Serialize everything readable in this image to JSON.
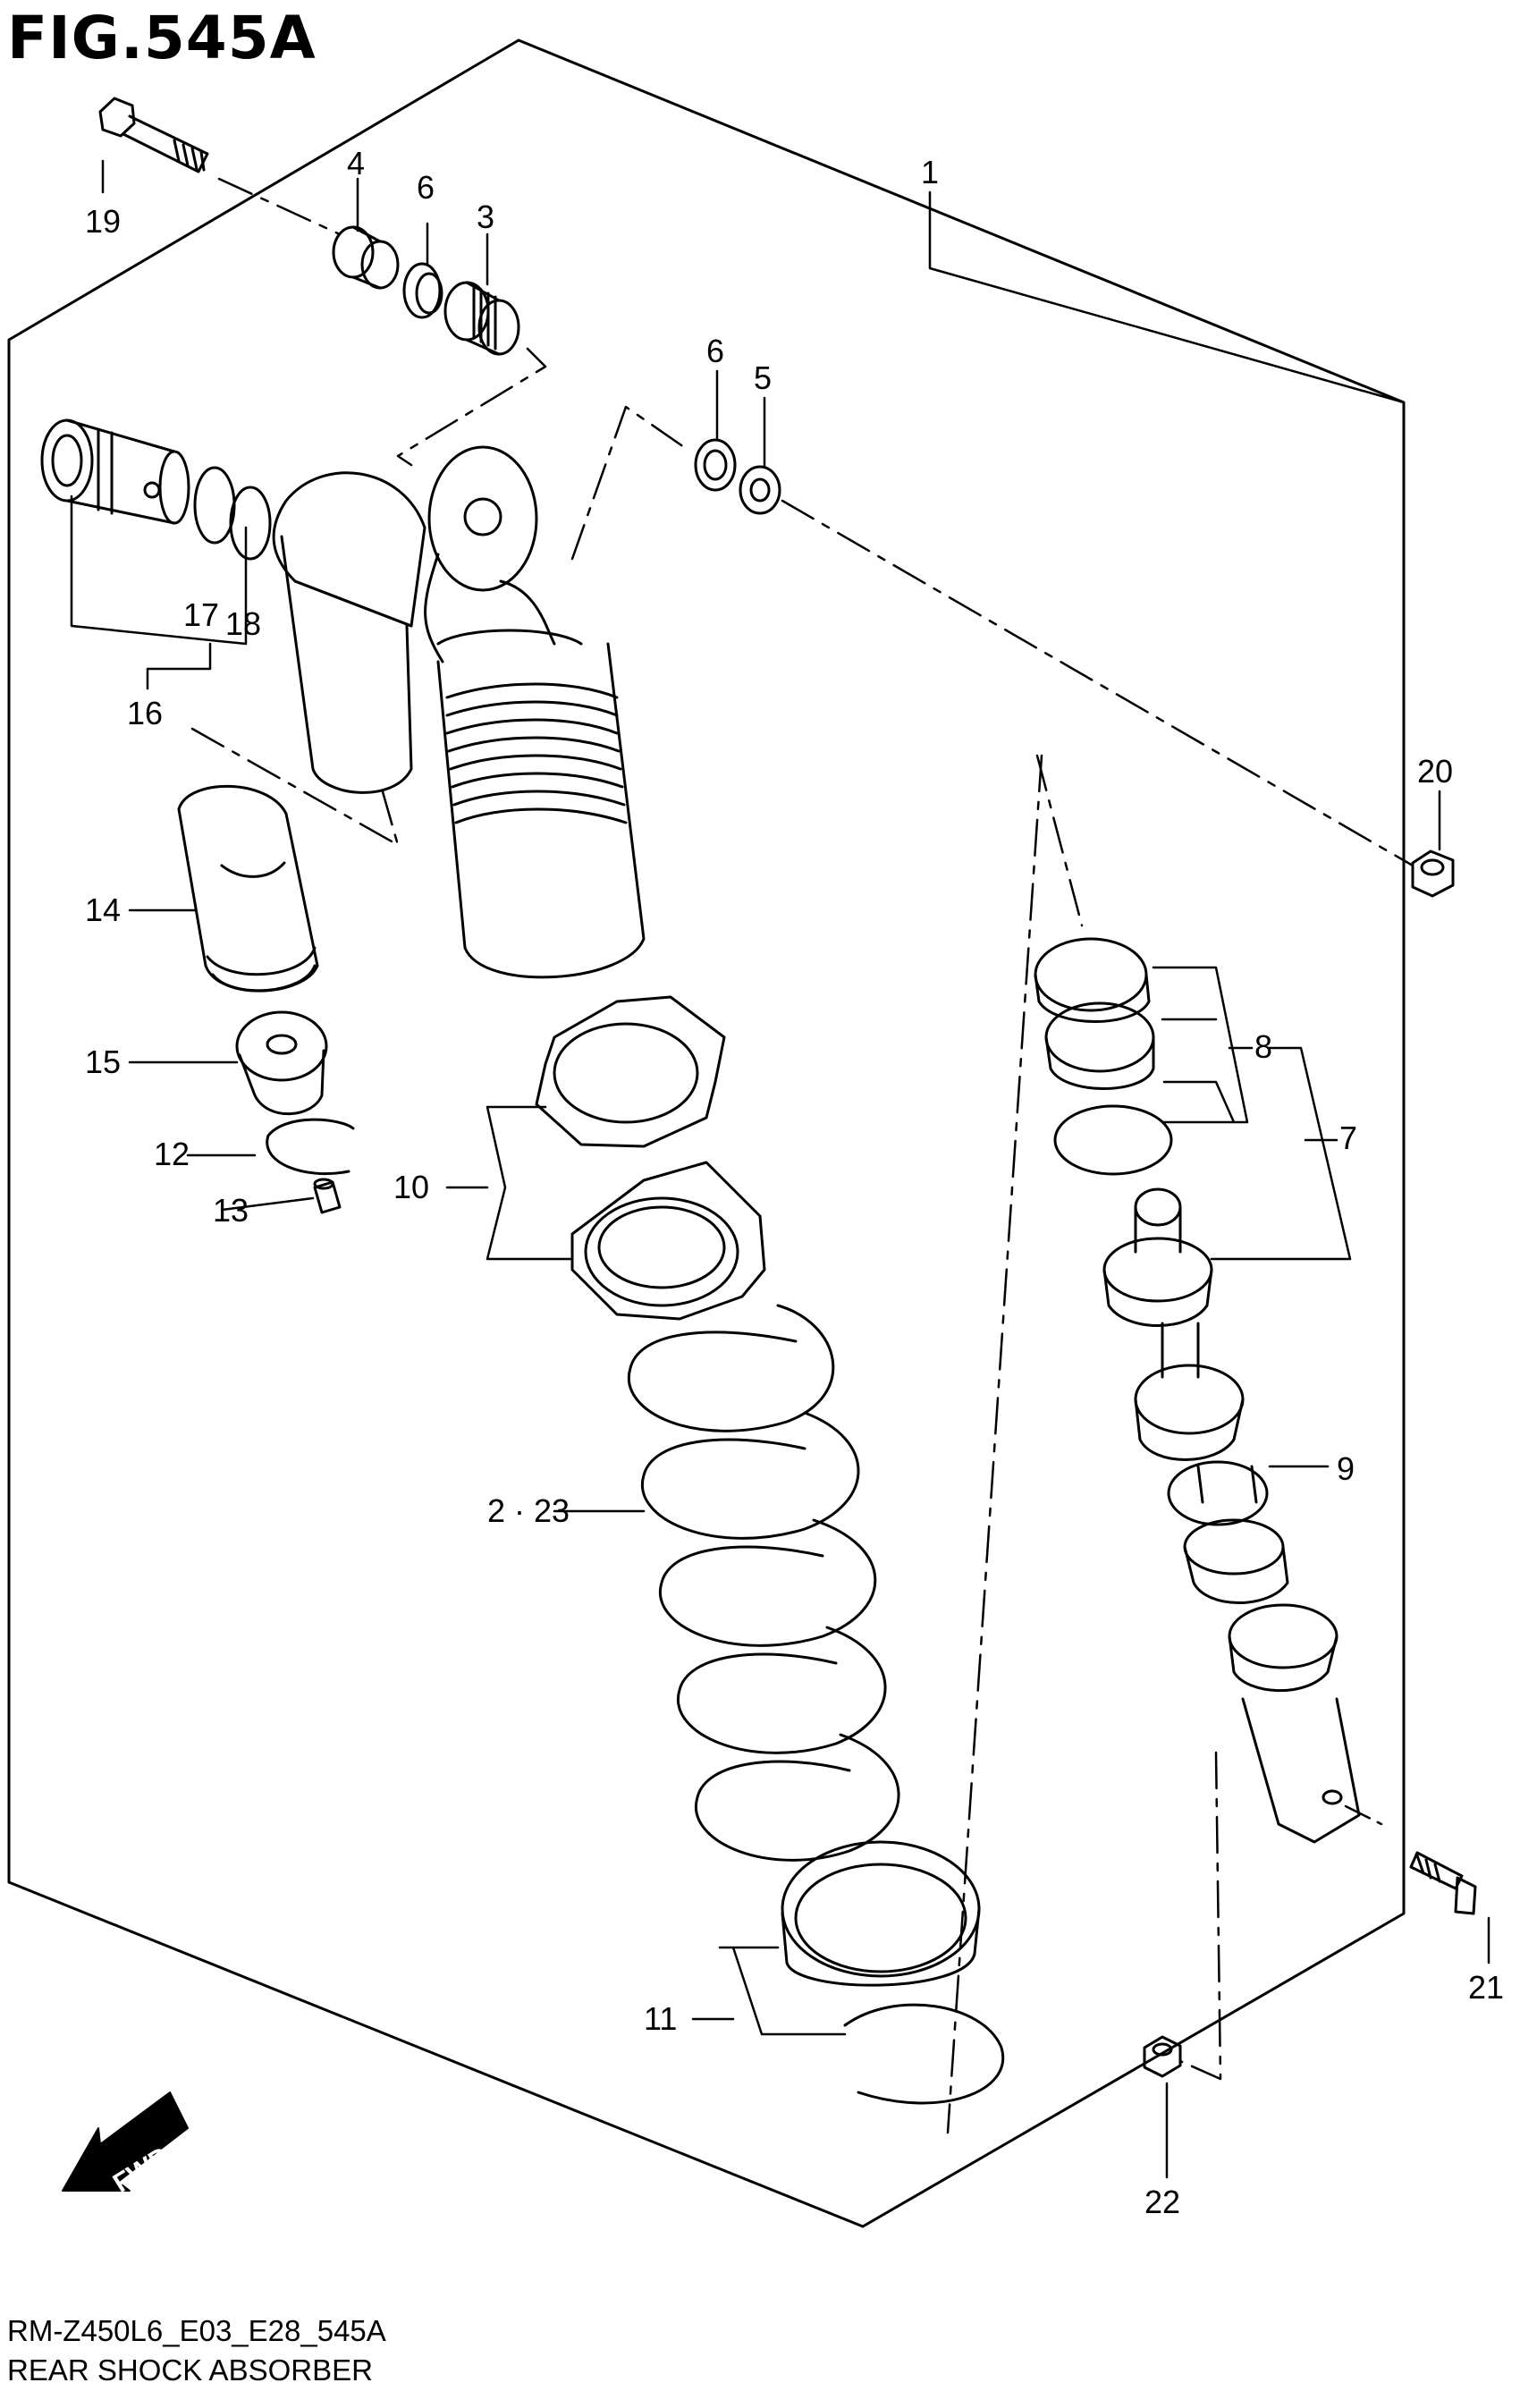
{
  "figure": {
    "title": "FIG.545A",
    "model_code": "RM-Z450L6_E03_E28_545A",
    "part_name": "REAR SHOCK ABSORBER"
  },
  "direction_badge": {
    "label": "FWD",
    "icon": "fwd-arrow-icon"
  },
  "callouts": {
    "c1": "1",
    "c2_23": "2 · 23",
    "c3": "3",
    "c4": "4",
    "c5": "5",
    "c6a": "6",
    "c6b": "6",
    "c7": "7",
    "c8": "8",
    "c9": "9",
    "c10": "10",
    "c11": "11",
    "c12": "12",
    "c13": "13",
    "c14": "14",
    "c15": "15",
    "c16": "16",
    "c17": "17",
    "c18": "18",
    "c19": "19",
    "c20": "20",
    "c21": "21",
    "c22": "22"
  },
  "colors": {
    "line": "#000000",
    "background": "#ffffff"
  }
}
